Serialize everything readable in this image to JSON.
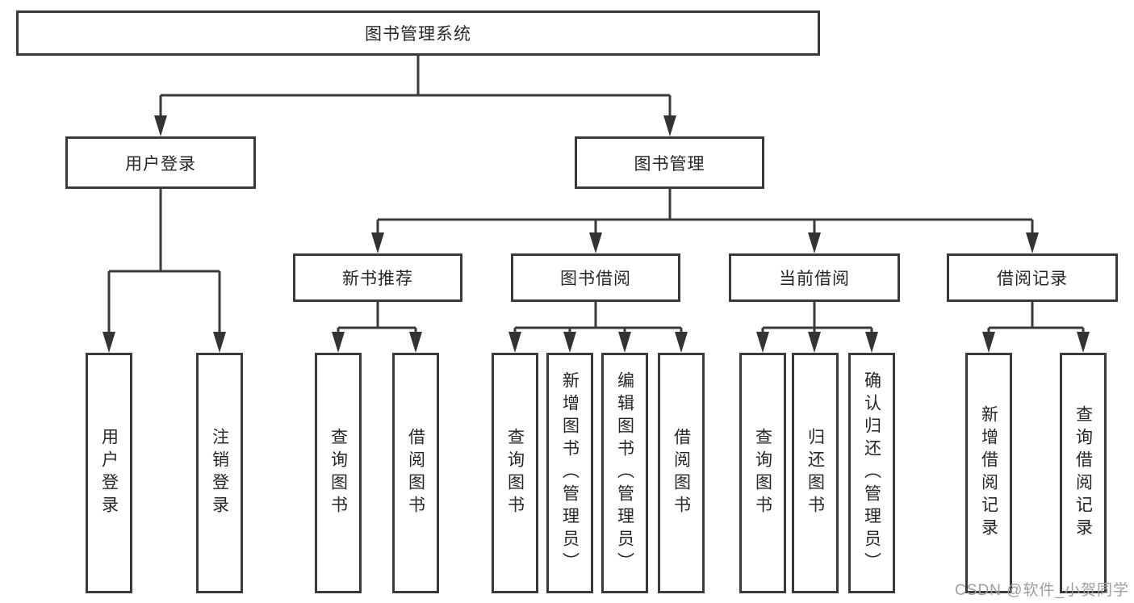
{
  "tree": {
    "root": {
      "label": "图书管理系统"
    },
    "level2": [
      {
        "label": "用户登录",
        "children": [
          {
            "label": "用户登录"
          },
          {
            "label": "注销登录"
          }
        ]
      },
      {
        "label": "图书管理",
        "children": [
          {
            "label": "新书推荐",
            "children": [
              {
                "label": "查询图书"
              },
              {
                "label": "借阅图书"
              }
            ]
          },
          {
            "label": "图书借阅",
            "children": [
              {
                "label": "查询图书"
              },
              {
                "label": "新增图书（管理员）"
              },
              {
                "label": "编辑图书（管理员）"
              },
              {
                "label": "借阅图书"
              }
            ]
          },
          {
            "label": "当前借阅",
            "children": [
              {
                "label": "查询图书"
              },
              {
                "label": "归还图书"
              },
              {
                "label": "确认归还（管理员）"
              }
            ]
          },
          {
            "label": "借阅记录",
            "children": [
              {
                "label": "新增借阅记录"
              },
              {
                "label": "查询借阅记录"
              }
            ]
          }
        ]
      }
    ]
  },
  "colors": {
    "line": "#3a3a3a",
    "text": "#262626",
    "watermark": "#9e9e9e"
  },
  "watermark": "CSDN @软件_小贺同学"
}
